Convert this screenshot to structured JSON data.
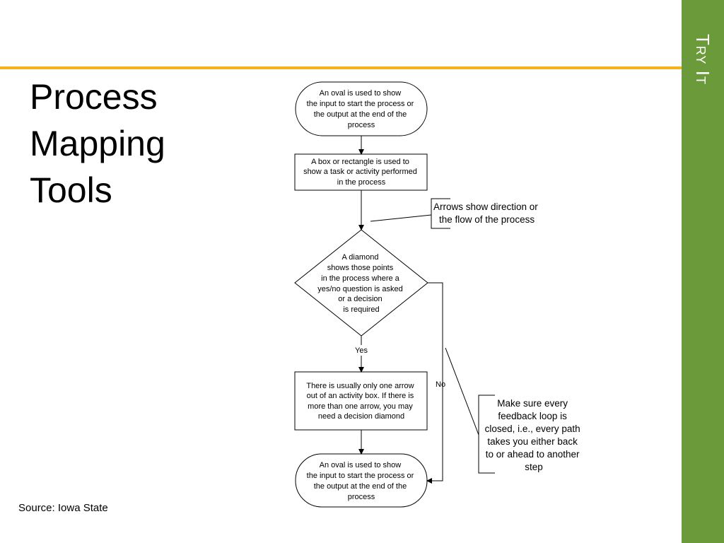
{
  "side_label": "Try It",
  "title_lines": [
    "Process",
    "Mapping",
    "Tools"
  ],
  "source": "Source: Iowa State",
  "flowchart": {
    "oval_top": [
      "An oval is used to show",
      "the input to start the process or",
      "the output at the end of the",
      "process"
    ],
    "box_task": [
      "A box or rectangle is used to",
      "show a task or activity performed",
      "in the process"
    ],
    "diamond": [
      "A diamond",
      "shows those points",
      "in the process where a",
      "yes/no question is asked",
      "or a decision",
      "is required"
    ],
    "box_arrow": [
      "There is usually only one arrow",
      "out of an activity box. If there is",
      "more than one arrow, you may",
      "need a decision diamond"
    ],
    "oval_bottom": [
      "An oval is used to show",
      "the input to start the process or",
      "the output at the end of the",
      "process"
    ],
    "yes_label": "Yes",
    "no_label": "No",
    "note_arrows": [
      "Arrows show direction or",
      "the flow of the process"
    ],
    "note_loop": [
      "Make sure every",
      "feedback loop is",
      "closed, i.e., every path",
      "takes you either back",
      "to or ahead to another",
      "step"
    ]
  }
}
